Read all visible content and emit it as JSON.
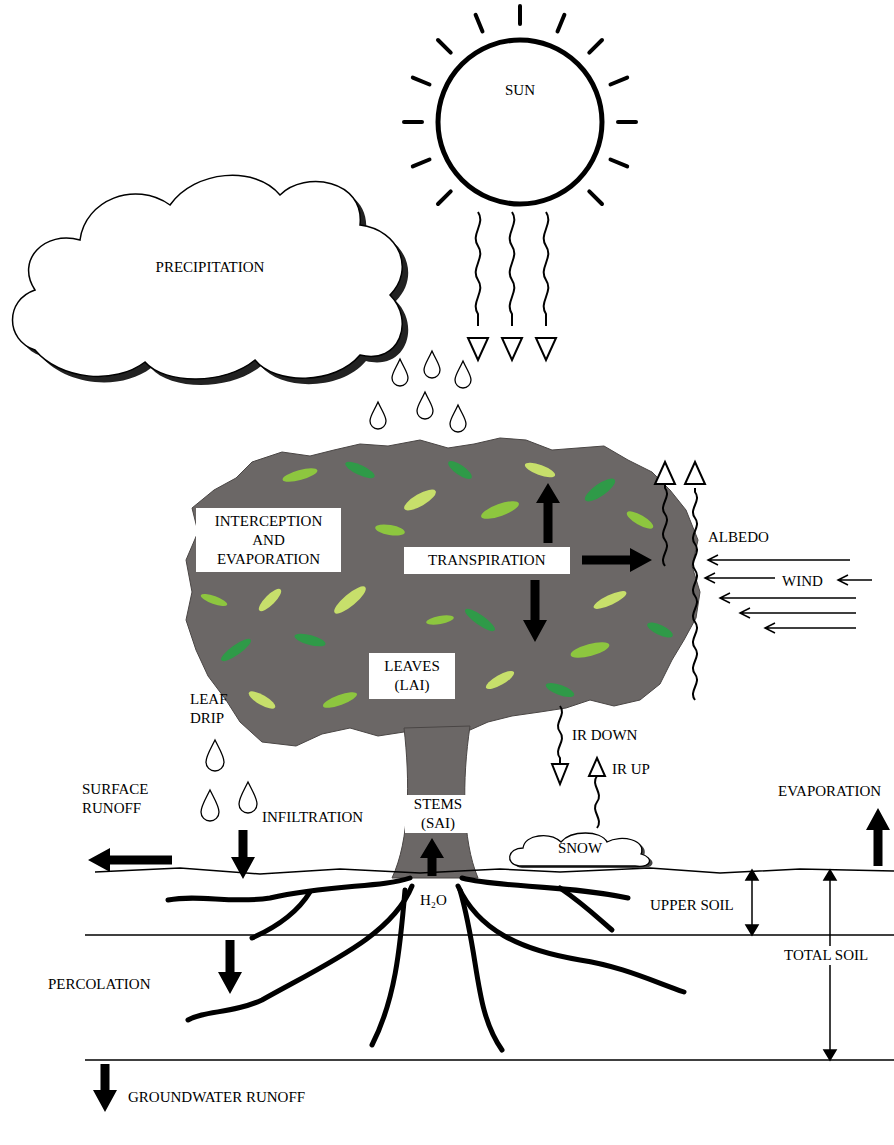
{
  "diagram": {
    "nodes": [
      {
        "text": [
          "SUN"
        ]
      },
      {
        "text": [
          "PRECIPITATION"
        ]
      },
      {
        "text": [
          "INTERCEPTION AND EVAPORATION"
        ]
      },
      {
        "text": [
          "TRANSPIRATION"
        ]
      },
      {
        "text": [
          "LEAVES (LAI)"
        ]
      },
      {
        "text": [
          "SNOW"
        ]
      }
    ],
    "labels": [
      "ALBEDO",
      "WIND",
      "LEAF DRIP",
      "IR DOWN",
      "IR UP",
      "EVAPORATION",
      "SURFACE RUNOFF",
      "INFILTRATION",
      "STEMS (SAI)",
      "H₂O",
      "UPPER SOIL",
      "TOTAL SOIL",
      "PERCOLATION",
      "GROUNDWATER RUNOFF"
    ]
  }
}
